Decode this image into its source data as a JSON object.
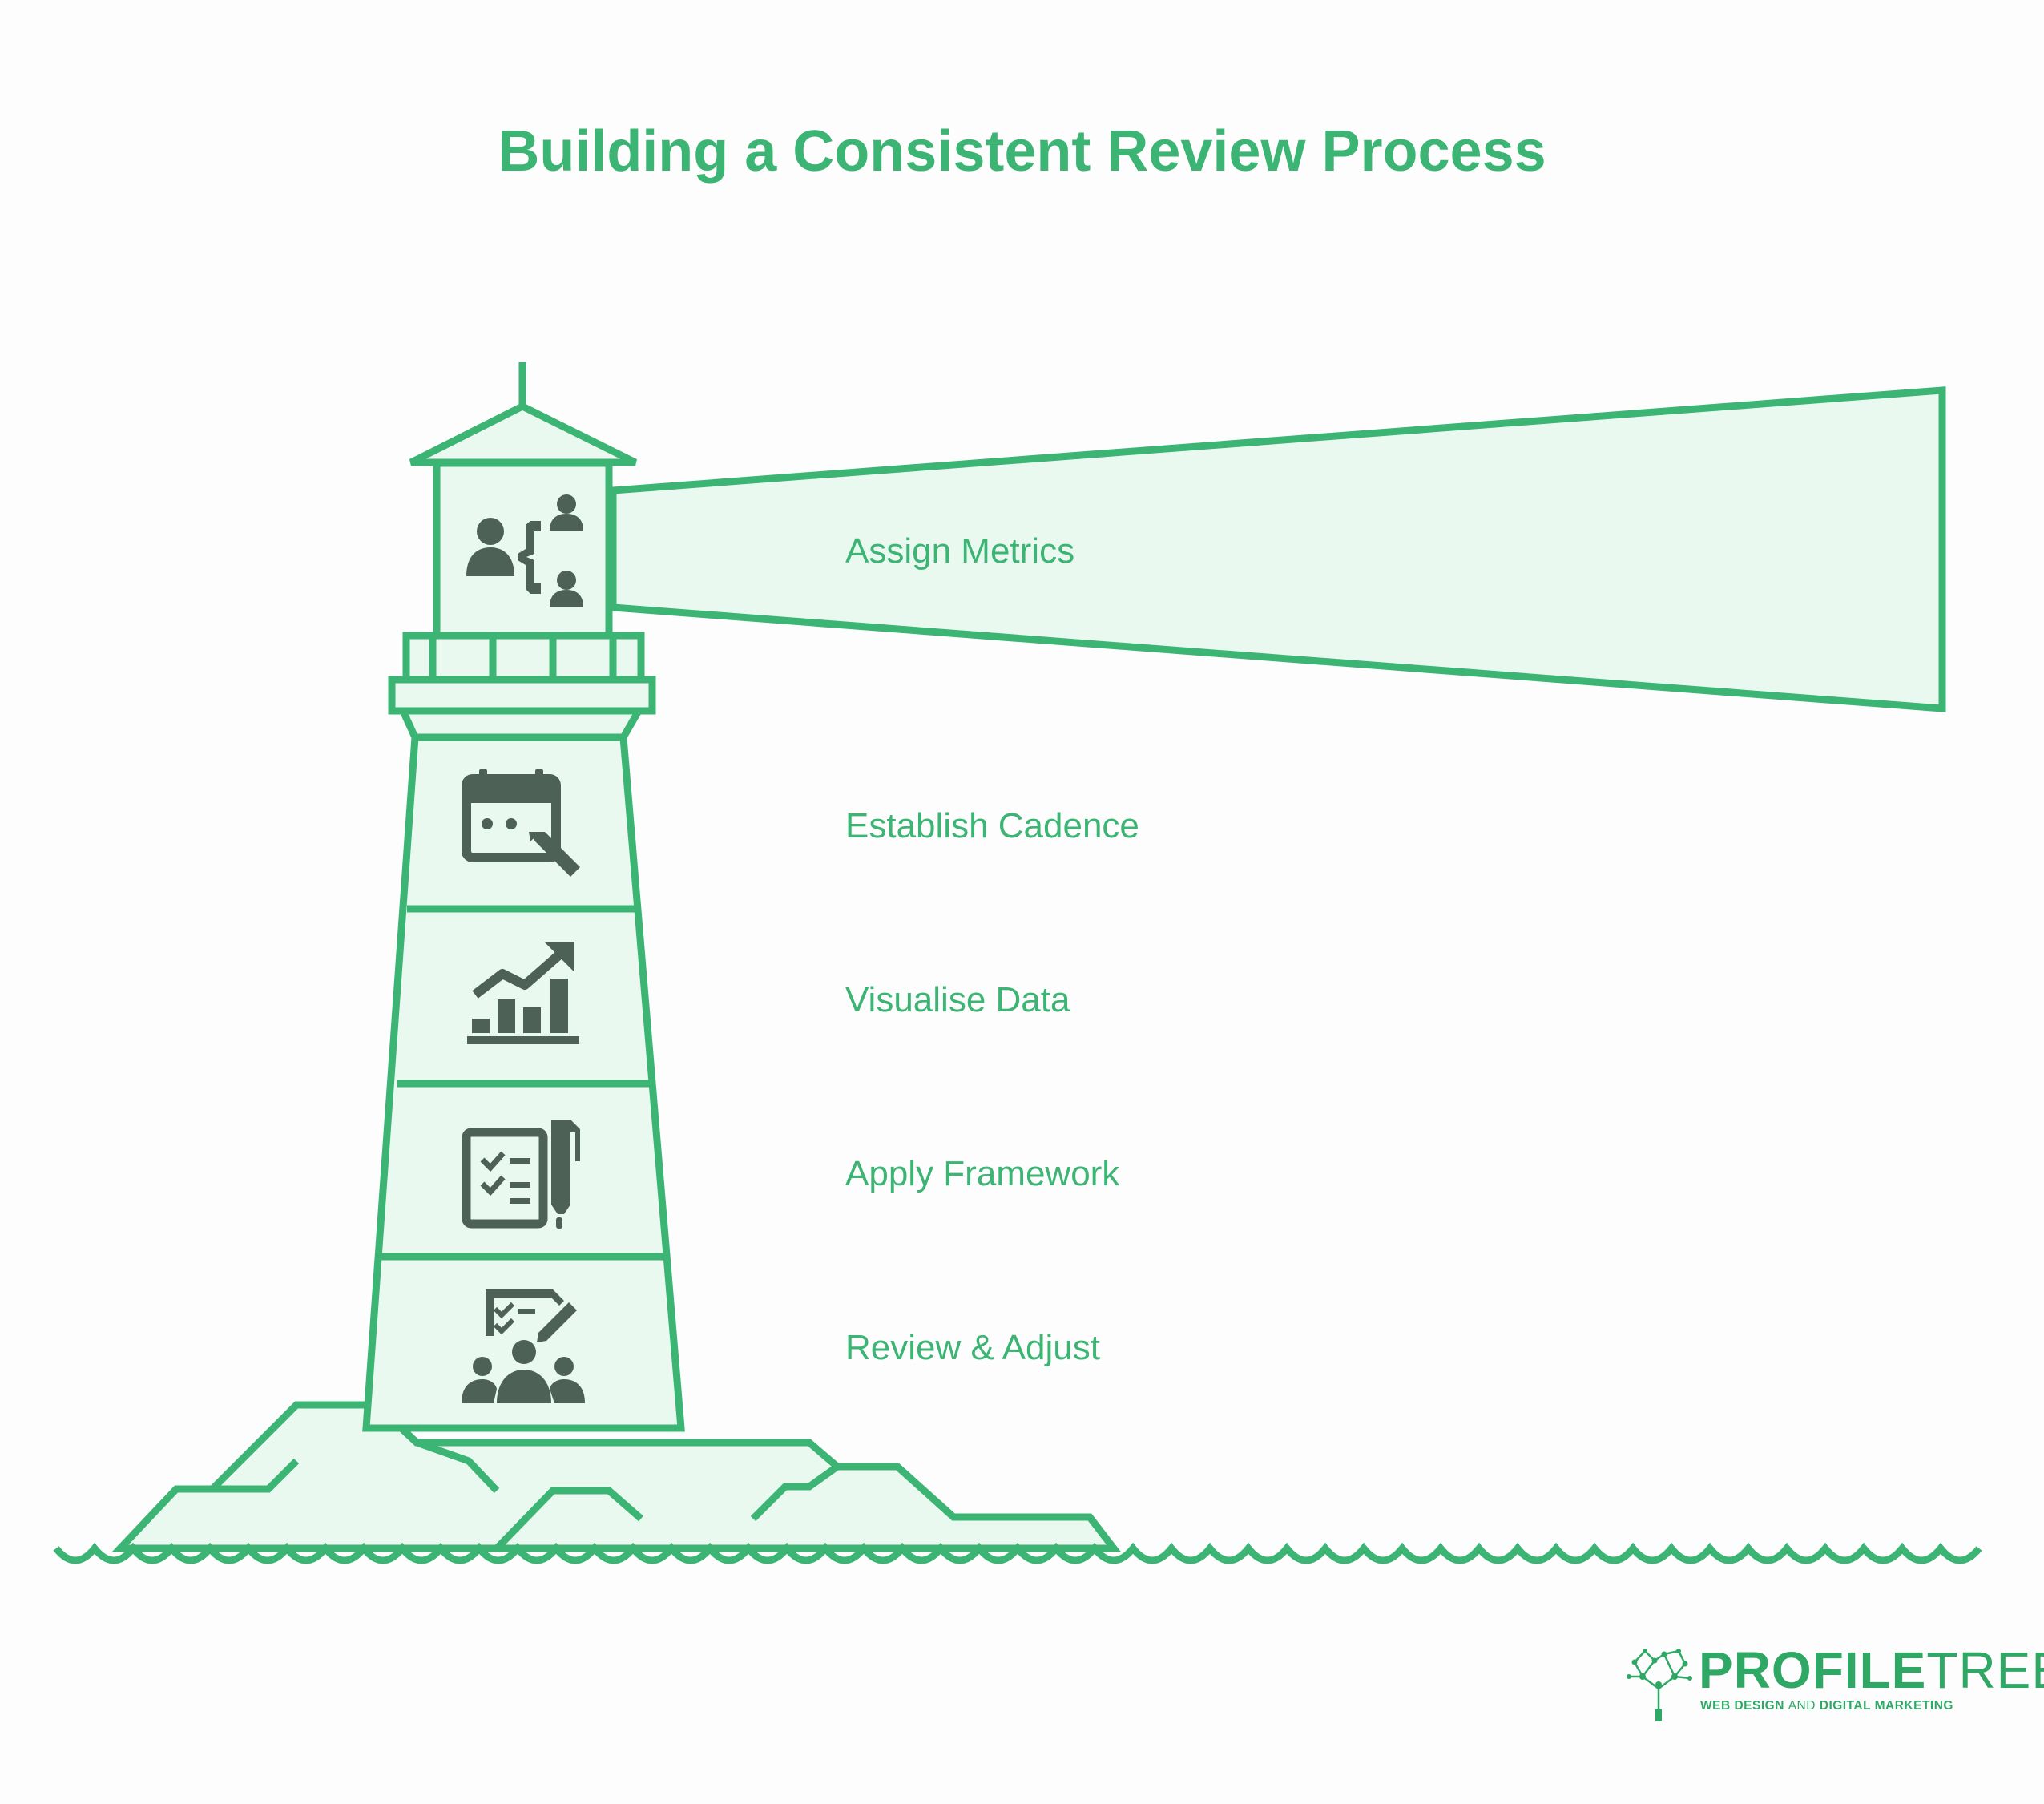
{
  "title": "Building a Consistent Review Process",
  "steps": [
    {
      "label": "Assign Metrics",
      "icon": "team-hierarchy-icon"
    },
    {
      "label": "Establish Cadence",
      "icon": "calendar-pen-icon"
    },
    {
      "label": "Visualise Data",
      "icon": "growth-chart-icon"
    },
    {
      "label": "Apply Framework",
      "icon": "checklist-clipboard-icon"
    },
    {
      "label": "Review & Adjust",
      "icon": "team-review-icon"
    }
  ],
  "logo": {
    "brand_bold": "PROFILE",
    "brand_light": "TREE",
    "tagline_a": "WEB DESIGN ",
    "tagline_b": "AND",
    "tagline_c": " DIGITAL MARKETING"
  },
  "colors": {
    "accent": "#3cb474",
    "fill": "#e9f9f0",
    "icon": "#4d6157",
    "background": "#fdfdfd"
  }
}
